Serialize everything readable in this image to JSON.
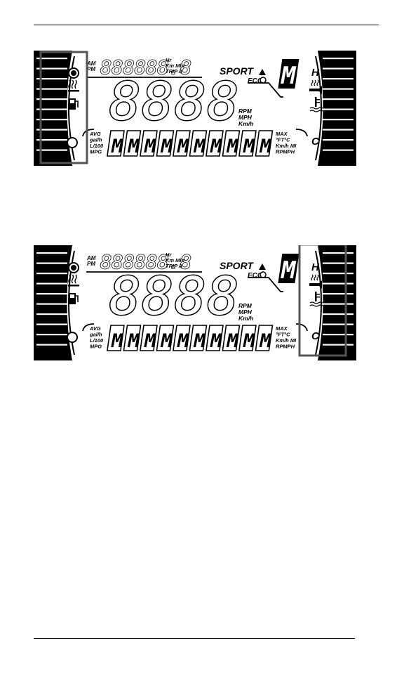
{
  "figures": [
    {
      "id": "top",
      "highlight": "fuel-gauge"
    },
    {
      "id": "bottom",
      "highlight": "temperature-gauge"
    }
  ],
  "display": {
    "ampm_top": "AM",
    "ampm_bottom": "PM",
    "odometer": "888888.8",
    "units_top": "Hr",
    "units_mid": "Km Mln",
    "units_trip": "TRIP A",
    "sport": "SPORT",
    "eco": "ECO",
    "big_digits": "8888",
    "rpm": "RPM",
    "mph": "MPH",
    "kmh": "Km/h",
    "avg": "AVG",
    "galh": "gal/h",
    "l100": "L/100",
    "mpg": "MPG",
    "max": "MAX",
    "ftc": "°FT°C",
    "kmhmi": "Km/h MI",
    "rpmph": "RPMPH",
    "hot": "H",
    "cold": "C",
    "gear": "M",
    "alnum_count": 10,
    "segment_char": "M"
  },
  "colors": {
    "lcd_dark": "#000000",
    "bar": "#ffffff",
    "highlight_box": "#555555"
  },
  "icons": {
    "fuel_pump": "fuel-pump-icon",
    "heater": "heater-icon",
    "coolant": "coolant-temperature-icon",
    "horn": "horn-icon",
    "eco_leaf": "eco-icon"
  }
}
